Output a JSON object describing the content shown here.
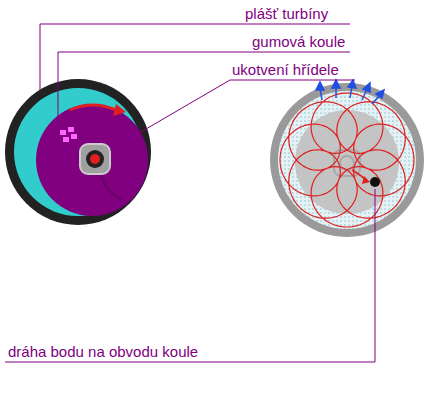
{
  "diagram": {
    "labels": [
      "plášť turbíny",
      "gumová koule",
      "ukotvení hřídele",
      "dráha bodu na obvodu koule"
    ]
  }
}
